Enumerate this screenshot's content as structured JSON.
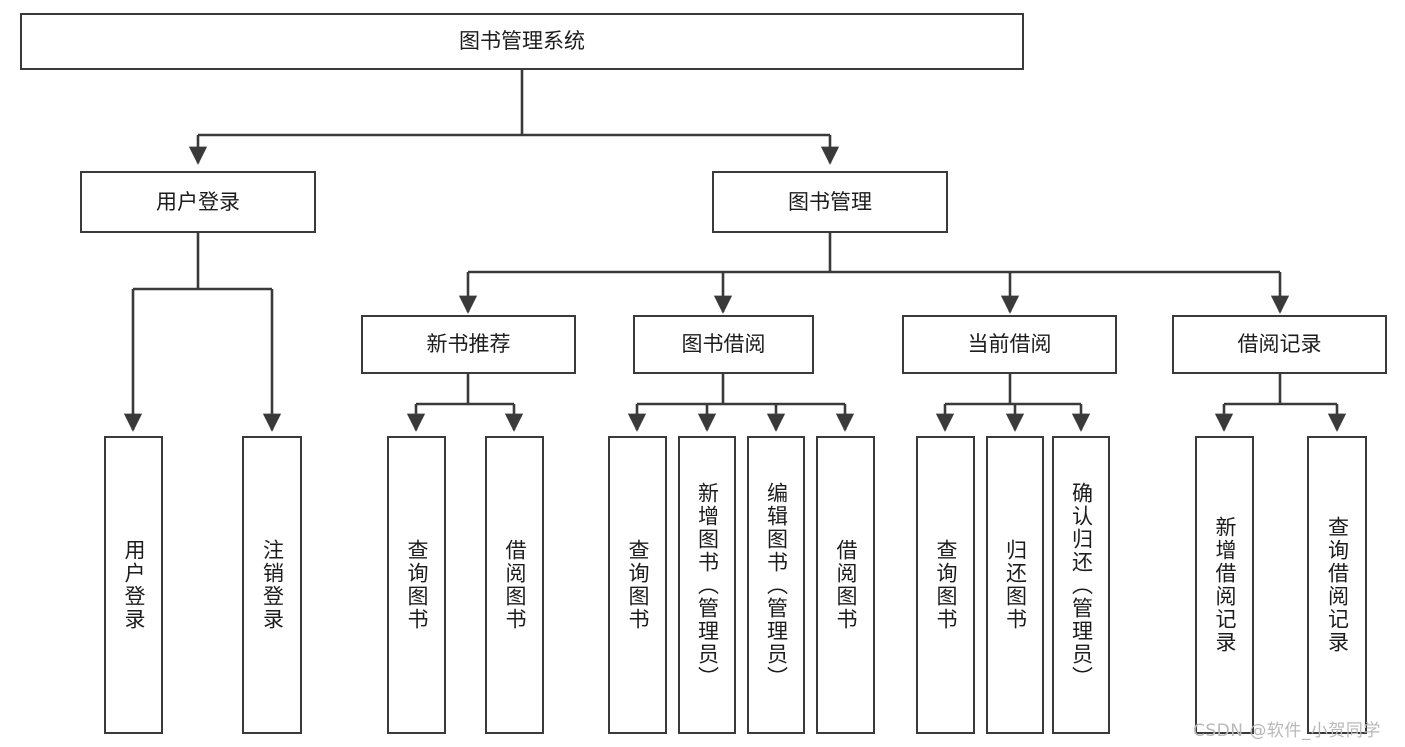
{
  "diagram": {
    "title": "图书管理系统",
    "type": "tree-hierarchy-chart",
    "root": {
      "label": "图书管理系统"
    },
    "level1": [
      {
        "label": "用户登录"
      },
      {
        "label": "图书管理"
      }
    ],
    "level2": [
      {
        "label": "新书推荐",
        "parent": "图书管理"
      },
      {
        "label": "图书借阅",
        "parent": "图书管理"
      },
      {
        "label": "当前借阅",
        "parent": "图书管理"
      },
      {
        "label": "借阅记录",
        "parent": "图书管理"
      }
    ],
    "leaves": [
      {
        "label": "用户登录",
        "parent": "用户登录"
      },
      {
        "label": "注销登录",
        "parent": "用户登录"
      },
      {
        "label": "查询图书",
        "parent": "新书推荐"
      },
      {
        "label": "借阅图书",
        "parent": "新书推荐"
      },
      {
        "label": "查询图书",
        "parent": "图书借阅"
      },
      {
        "label": "新增图书（管理员）",
        "parent": "图书借阅"
      },
      {
        "label": "编辑图书（管理员）",
        "parent": "图书借阅"
      },
      {
        "label": "借阅图书",
        "parent": "图书借阅"
      },
      {
        "label": "查询图书",
        "parent": "当前借阅"
      },
      {
        "label": "归还图书",
        "parent": "当前借阅"
      },
      {
        "label": "确认归还（管理员）",
        "parent": "当前借阅"
      },
      {
        "label": "新增借阅记录",
        "parent": "借阅记录"
      },
      {
        "label": "查询借阅记录",
        "parent": "借阅记录"
      }
    ]
  },
  "watermark": {
    "text": "CSDN @软件_小贺同学"
  },
  "colors": {
    "stroke": "#3a3a3a",
    "fill": "#ffffff",
    "text": "#1c1c1c",
    "watermark": "#b9b9b9"
  }
}
